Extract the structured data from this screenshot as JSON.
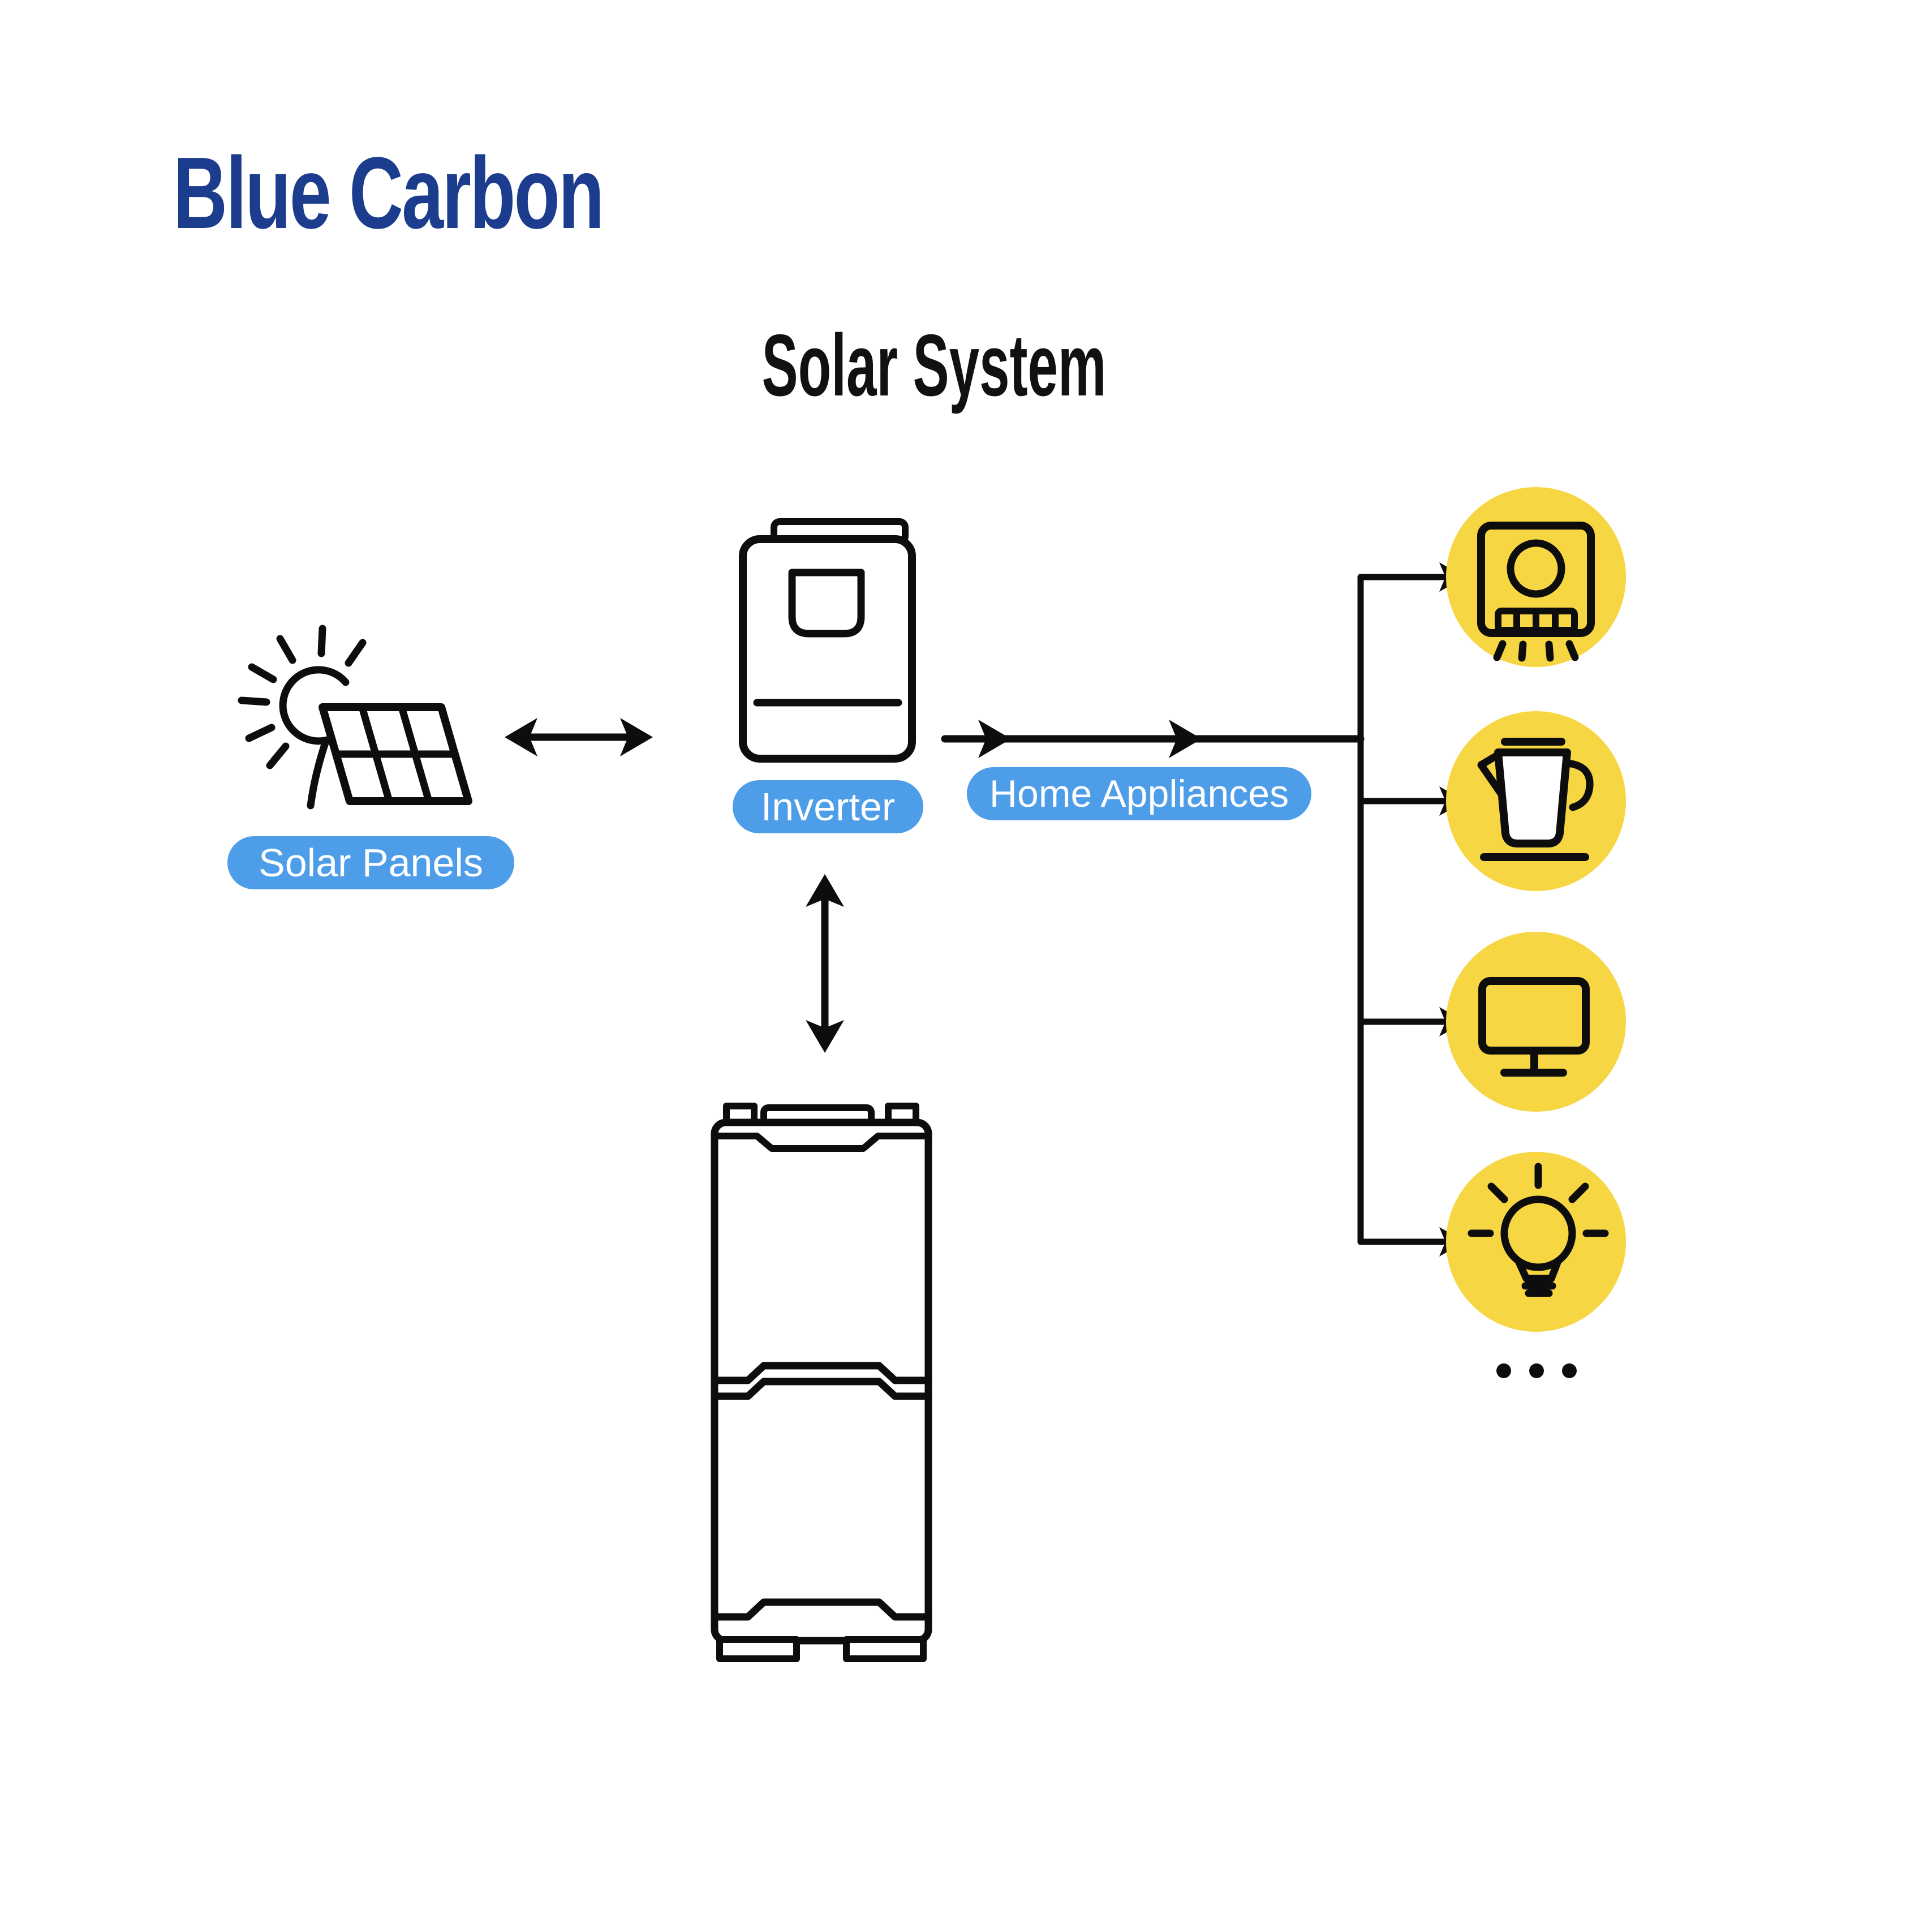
{
  "brand": {
    "name": "Blue Carbon"
  },
  "diagram": {
    "title": "Solar System",
    "labels": {
      "solar_panels": "Solar Panels",
      "inverter": "Inverter",
      "home_appliances": "Home Appliances"
    },
    "nodes": {
      "solar_panels": "solar panel array with sun",
      "inverter": "solar inverter unit",
      "battery": "stacked battery storage tower",
      "appliances": [
        "range hood",
        "kettle",
        "monitor",
        "light bulb"
      ],
      "more": "additional appliances ellipsis"
    },
    "connections": [
      {
        "from": "Solar Panels",
        "to": "Inverter",
        "type": "bidirectional-arrow"
      },
      {
        "from": "Inverter",
        "to": "Battery",
        "type": "bidirectional-arrow"
      },
      {
        "from": "Inverter",
        "to": "Home Appliances",
        "type": "arrow"
      },
      {
        "from": "Home Appliances bus",
        "to": "range hood",
        "type": "arrow"
      },
      {
        "from": "Home Appliances bus",
        "to": "kettle",
        "type": "arrow"
      },
      {
        "from": "Home Appliances bus",
        "to": "monitor",
        "type": "arrow"
      },
      {
        "from": "Home Appliances bus",
        "to": "light bulb",
        "type": "arrow"
      }
    ],
    "icons": {
      "solar_panels": "sun-solar-panel-icon",
      "inverter": "inverter-device-icon",
      "battery": "battery-stack-icon",
      "appliance_1": "range-hood-icon",
      "appliance_2": "kettle-icon",
      "appliance_3": "monitor-icon",
      "appliance_4": "lightbulb-icon",
      "more": "ellipsis-dots"
    }
  },
  "colors": {
    "brand_navy": "#1c3d8e",
    "label_blue": "#4d9de9",
    "appliance_yellow": "#f7d644",
    "line_black": "#0d0d0d",
    "title_black": "#111111",
    "background": "#ffffff",
    "text_white": "#ffffff"
  }
}
